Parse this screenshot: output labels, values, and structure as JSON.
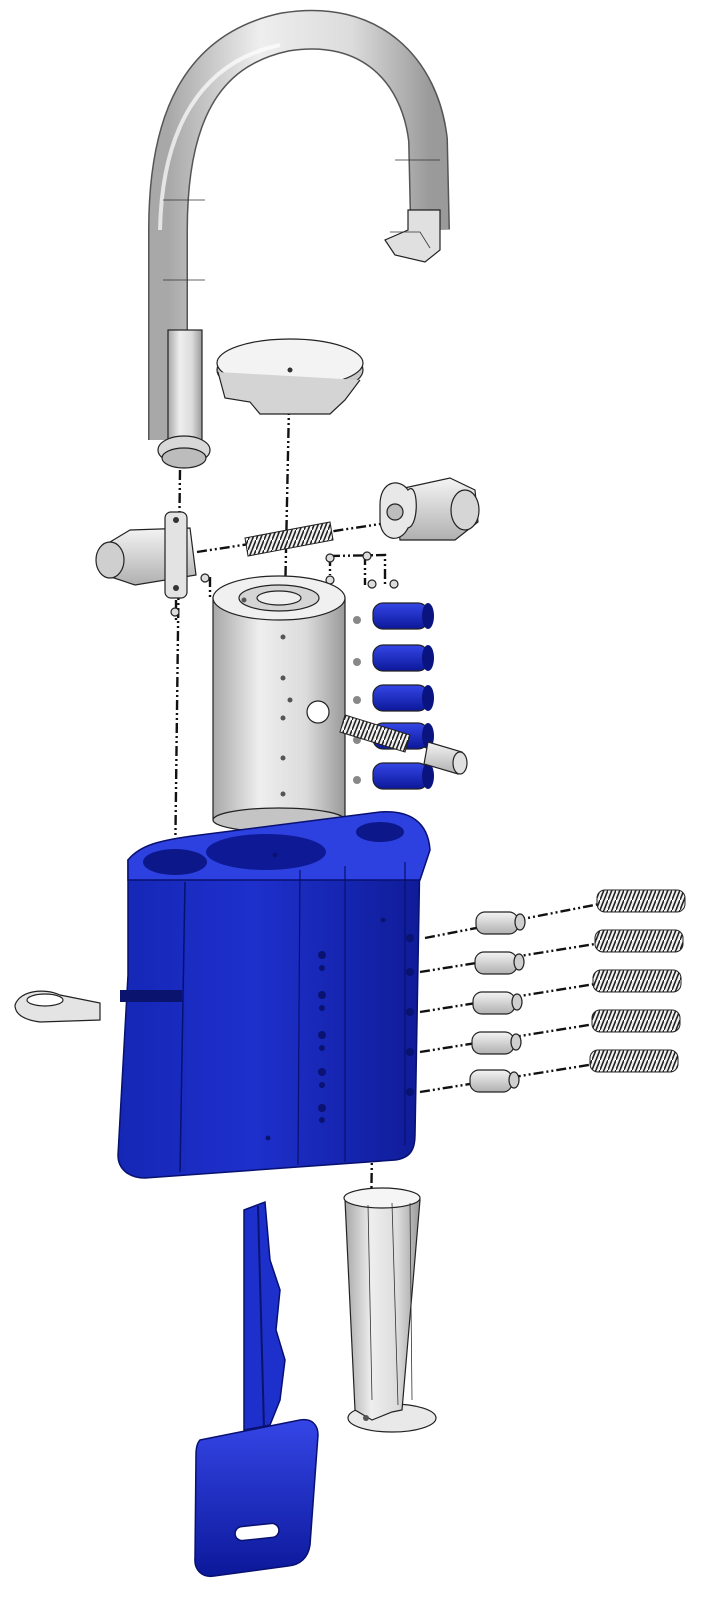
{
  "figure": {
    "kind": "exploded-assembly-drawing",
    "background": "#ffffff",
    "colors": {
      "body": "#1e2fc7",
      "body_dark": "#0d1a8c",
      "body_light": "#2d40e0",
      "steel": "#d9d9d9",
      "steel_light": "#f2f2f2",
      "steel_dark": "#9a9a9a",
      "pin_blue": "#1626b8",
      "line": "#111111"
    },
    "parts": [
      "shackle",
      "cap-disc",
      "locking-dog-left",
      "locking-dog-right",
      "dog-spring",
      "plug-cylinder",
      "driver-pins",
      "cylinder-spring",
      "lock-body",
      "retaining-clip",
      "key-pins",
      "pin-springs",
      "keyway-insert",
      "key"
    ]
  }
}
